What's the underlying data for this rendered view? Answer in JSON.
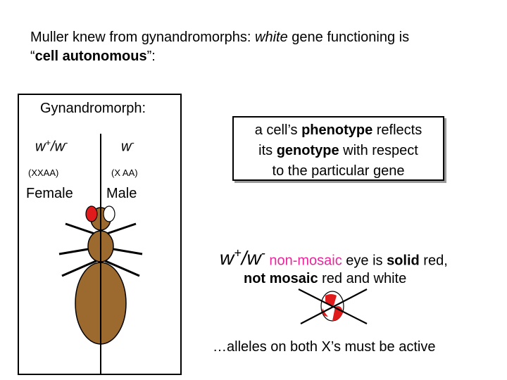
{
  "title": {
    "line1_a": "Muller knew from gynandromorphs:  ",
    "line1_gene": "white",
    "line1_b": " gene functioning is",
    "line2_a": "“",
    "line2_bold": "cell autonomous",
    "line2_b": "”:"
  },
  "gynandromorph": {
    "label": "Gynandromorph:",
    "female": {
      "genotype_w1": "w",
      "sup1": "+",
      "slash": "/",
      "genotype_w2": "w",
      "sup2": "-",
      "karyotype": "(XXAA)",
      "sex": "Female"
    },
    "male": {
      "genotype_w": "w",
      "sup": "-",
      "karyotype": "(X AA)",
      "sex": "Male"
    },
    "colors": {
      "body": "#9c6a2e",
      "red_eye": "#e01b1b",
      "white_eye": "#ffffff"
    }
  },
  "phenotype_box": {
    "l1_a": "a cell’s ",
    "l1_bold": "phenotype",
    "l1_b": " reflects",
    "l2_a": "its ",
    "l2_bold": "genotype",
    "l2_b": " with respect",
    "l3": "to the particular gene"
  },
  "non_mosaic": {
    "w1": "w",
    "sup1": "+",
    "slash": "/",
    "w2": "w",
    "sup2": "-",
    "pink": " non-mosaic",
    "rest_a": " eye is ",
    "solid": "solid",
    "rest_b": " red,"
  },
  "not_mosaic": {
    "bold": "not mosaic",
    "rest": " red and white"
  },
  "conclusion": "…alleles on both X’s must be active",
  "colors": {
    "pink": "#e8279a",
    "red": "#e01b1b"
  }
}
